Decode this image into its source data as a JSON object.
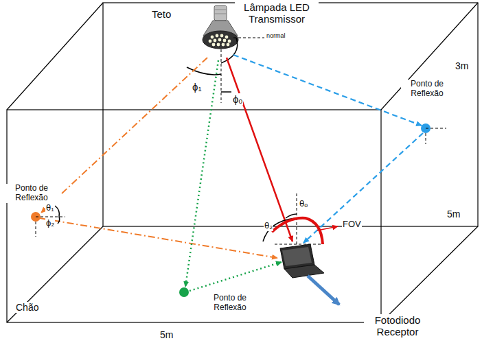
{
  "diagram": {
    "labels": [
      "Teto",
      "Lâmpada LED Transmissor",
      "normal",
      "ϕ₁",
      "ϕₒ",
      "3m",
      "Ponto de Reflexão",
      "Ponto de Reflexão",
      "θ₁",
      "ϕ₂",
      "θₒ",
      "θ₂",
      "FOV",
      "5m",
      "Chão",
      "Ponto de Reflexão",
      "5m",
      "Fotodiodo Receptor"
    ]
  }
}
